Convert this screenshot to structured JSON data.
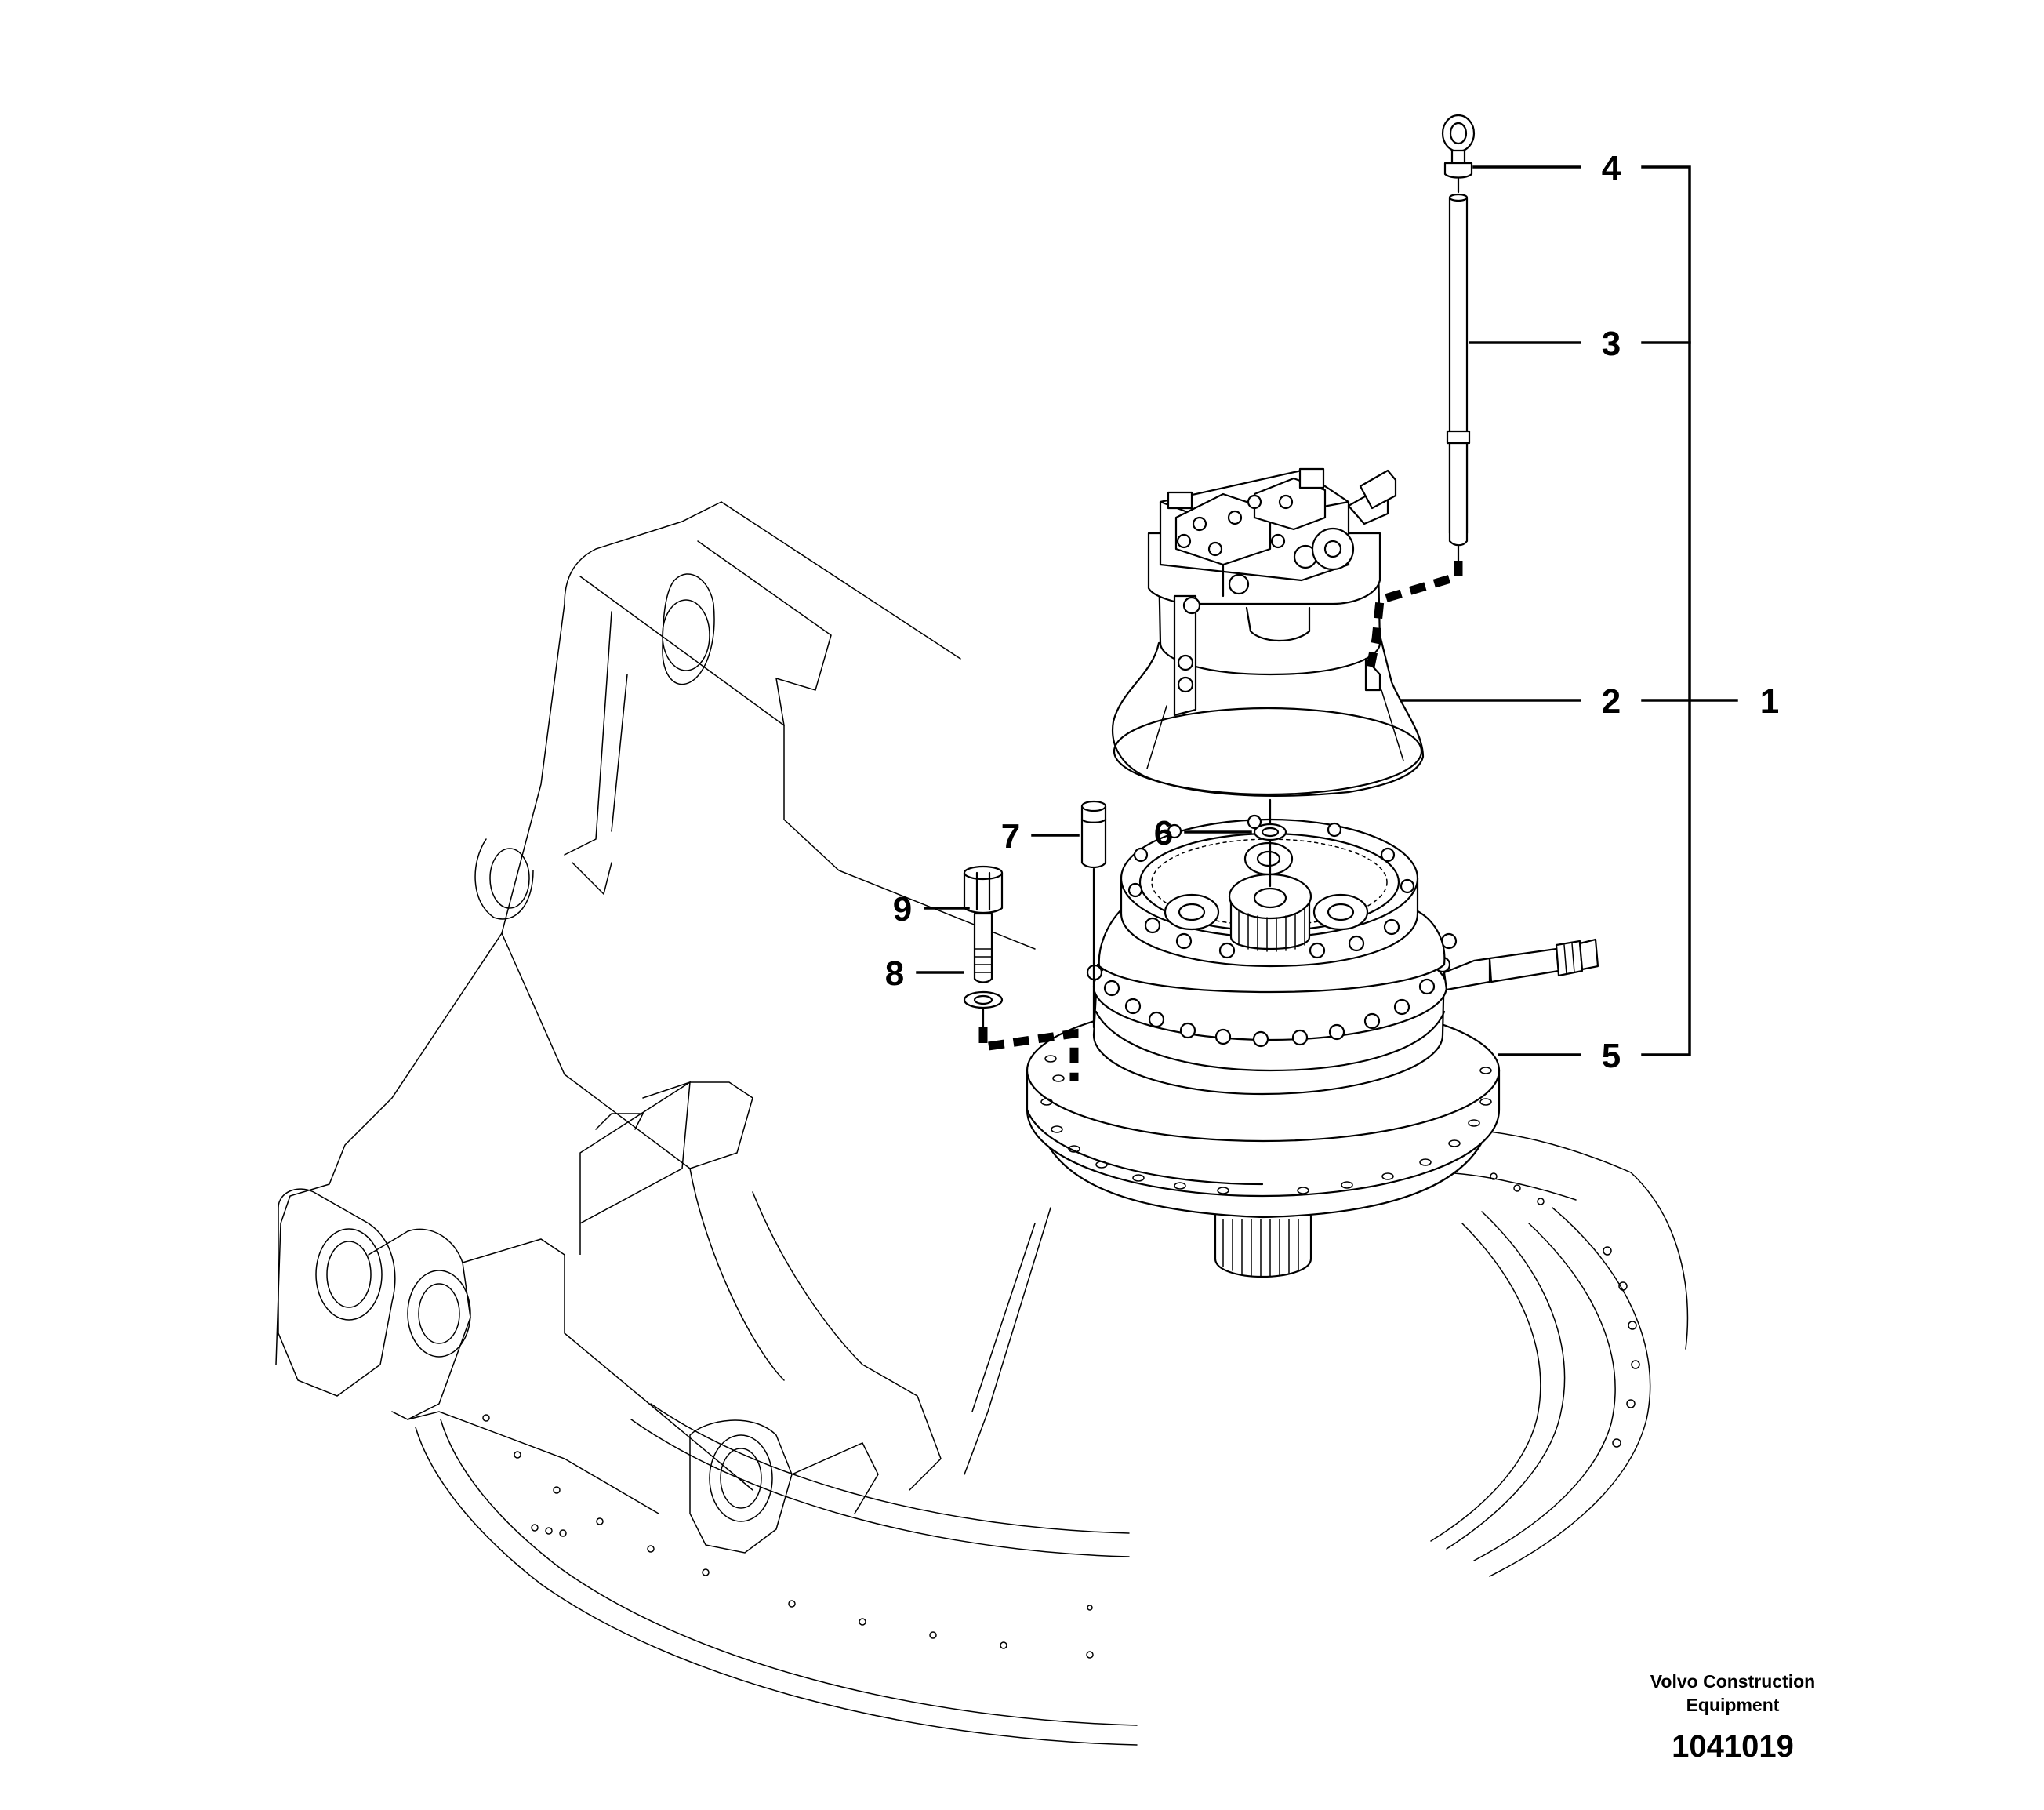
{
  "callouts": {
    "c1": "1",
    "c2": "2",
    "c3": "3",
    "c4": "4",
    "c5": "5",
    "c6": "6",
    "c7": "7",
    "c8": "8",
    "c9": "9"
  },
  "footer": {
    "company_line1": "Volvo Construction",
    "company_line2": "Equipment",
    "document_number": "1041019"
  }
}
